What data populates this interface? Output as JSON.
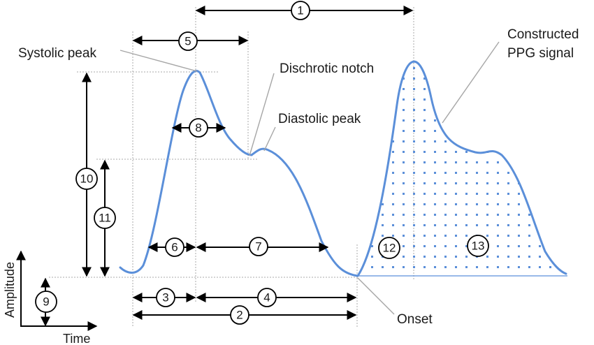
{
  "labels": {
    "systolic_peak": "Systolic peak",
    "dicrotic_notch": "Dischrotic notch",
    "diastolic_peak": "Diastolic peak",
    "constructed_line1": "Constructed",
    "constructed_line2": "PPG signal",
    "onset": "Onset",
    "amplitude": "Amplitude",
    "time": "Time"
  },
  "markers": {
    "m1": "1",
    "m2": "2",
    "m3": "3",
    "m4": "4",
    "m5": "5",
    "m6": "6",
    "m7": "7",
    "m8": "8",
    "m9": "9",
    "m10": "10",
    "m11": "11",
    "m12": "12",
    "m13": "13"
  },
  "colors": {
    "signal": "#5b8fd9",
    "fill_dots": "#5b8fd9",
    "arrows": "#000000",
    "guides": "#a9a9a9"
  }
}
